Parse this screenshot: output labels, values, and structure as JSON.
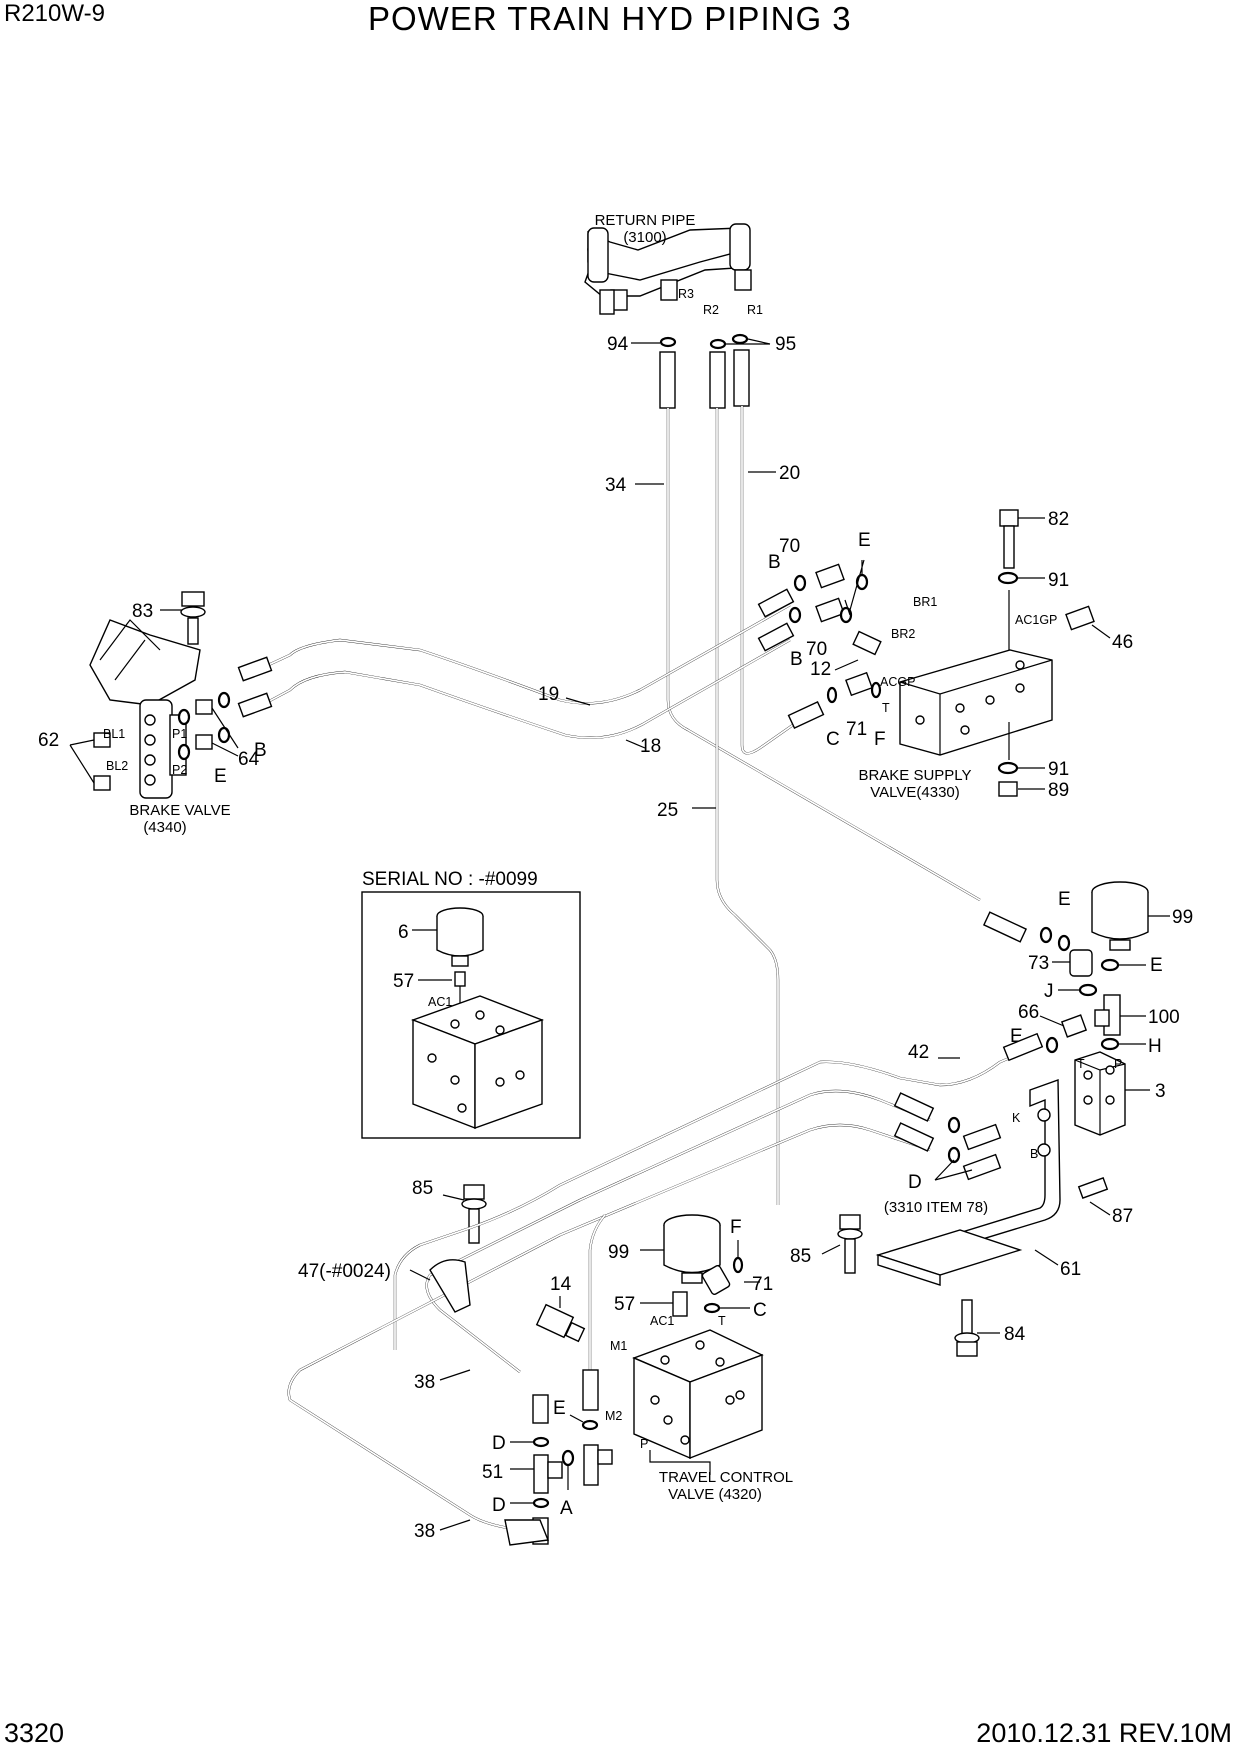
{
  "header": {
    "model": "R210W-9",
    "title": "POWER TRAIN HYD PIPING 3"
  },
  "footer": {
    "page": "3320",
    "revision": "2010.12.31  REV.10M"
  },
  "components": {
    "return_pipe": "RETURN PIPE",
    "return_pipe_ref": "(3100)",
    "brake_valve": "BRAKE VALVE",
    "brake_valve_ref": "(4340)",
    "brake_supply": "BRAKE SUPPLY",
    "brake_supply_ref": "VALVE(4330)",
    "travel_control": "TRAVEL CONTROL",
    "travel_control_ref": "VALVE (4320)",
    "item_ref": "(3310 ITEM 78)",
    "serial_note": "SERIAL NO : -#0099"
  },
  "ports": {
    "r1": "R1",
    "r2": "R2",
    "r3": "R3",
    "br1": "BR1",
    "br2": "BR2",
    "acgp": "ACGP",
    "ac1gp": "AC1GP",
    "t": "T",
    "p": "P",
    "bl1": "BL1",
    "bl2": "BL2",
    "p1": "P1",
    "p2": "P2",
    "ac1": "AC1",
    "m1": "M1",
    "m2": "M2",
    "k": "K",
    "b": "B"
  },
  "callouts": {
    "c94": "94",
    "c95": "95",
    "c34": "34",
    "c20": "20",
    "c82": "82",
    "c91a": "91",
    "c46": "46",
    "c70a": "70",
    "c70b": "70",
    "cBa": "B",
    "cBb": "B",
    "cEa": "E",
    "c12": "12",
    "c71a": "71",
    "cCa": "C",
    "cFa": "F",
    "c91b": "91",
    "c89": "89",
    "c83": "83",
    "c62": "62",
    "c64": "64",
    "cBc": "B",
    "cEb": "E",
    "c19": "19",
    "c18": "18",
    "c25": "25",
    "c6": "6",
    "c57a": "57",
    "cEc": "E",
    "c99a": "99",
    "c73": "73",
    "cEd": "E",
    "cJ": "J",
    "c100": "100",
    "c66": "66",
    "cEe": "E",
    "cH": "H",
    "c42": "42",
    "c3": "3",
    "cD1": "D",
    "c87": "87",
    "c85a": "85",
    "c47": "47(-#0024)",
    "cF2": "F",
    "c99b": "99",
    "c71b": "71",
    "c85b": "85",
    "c61": "61",
    "c14": "14",
    "c57b": "57",
    "cC2": "C",
    "c84": "84",
    "c38a": "38",
    "cEf": "E",
    "cD2": "D",
    "c51": "51",
    "cD3": "D",
    "cA": "A",
    "c38b": "38"
  }
}
